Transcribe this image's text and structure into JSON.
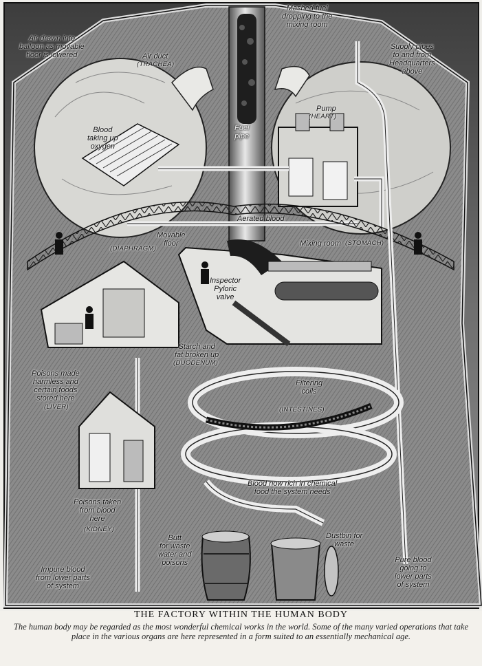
{
  "illustration": {
    "labels": {
      "mashed_fuel": "Mashed fuel\ndropping to the\nmixing room",
      "air_drawn": "Air drawn into\nballoon as movable\nfloor is lowered",
      "air_duct": "Air duct",
      "trachea": "(TRACHEA)",
      "supply_pipes": "Supply pipes\nto and from\nHeadquarters\nabove",
      "blood_oxygen": "Blood\ntaking up\noxygen",
      "fuel_pipe": "Fuel\npipe",
      "pump": "Pump",
      "heart": "(HEART)",
      "aerated_blood": "Aerated blood",
      "movable_floor": "Movable\nfloor",
      "diaphragm": "(DIAPHRAGM)",
      "mixing_room": "Mixing room",
      "stomach": "(STOMACH)",
      "inspector": "Inspector\nPyloric\nvalve",
      "starch_fat": "Starch and\nfat broken up",
      "duodenum": "(DUODENUM)",
      "poisons_harmless": "Poisons made\nharmless and\ncertain foods\nstored here",
      "liver": "(LIVER)",
      "filtering": "Filtering\ncoils",
      "intestines": "(INTESTINES)",
      "blood_rich": "Blood now rich in chemical\nfood the system needs",
      "poisons_taken": "Poisons taken\nfrom blood\nhere",
      "kidney": "(KIDNEY)",
      "butt": "Butt\nfor waste\nwater and\npoisons",
      "dustbin": "Dustbin for\nwaste",
      "impure_blood": "Impure blood\nfrom lower parts\nof system",
      "pure_blood": "Pure blood\ngoing to\nlower parts\nof system"
    }
  },
  "caption": {
    "title": "THE FACTORY WITHIN THE HUMAN BODY",
    "text": "The human body may be regarded as the most wonderful chemical works in the world.  Some of the many varied operations that take place in the various organs are here represented in a form suited to an essentially mechanical age."
  },
  "colors": {
    "paper": "#f3f1ec",
    "ink": "#1a1a1a",
    "mid": "#7a7a7a",
    "dark": "#3a3a3a"
  }
}
